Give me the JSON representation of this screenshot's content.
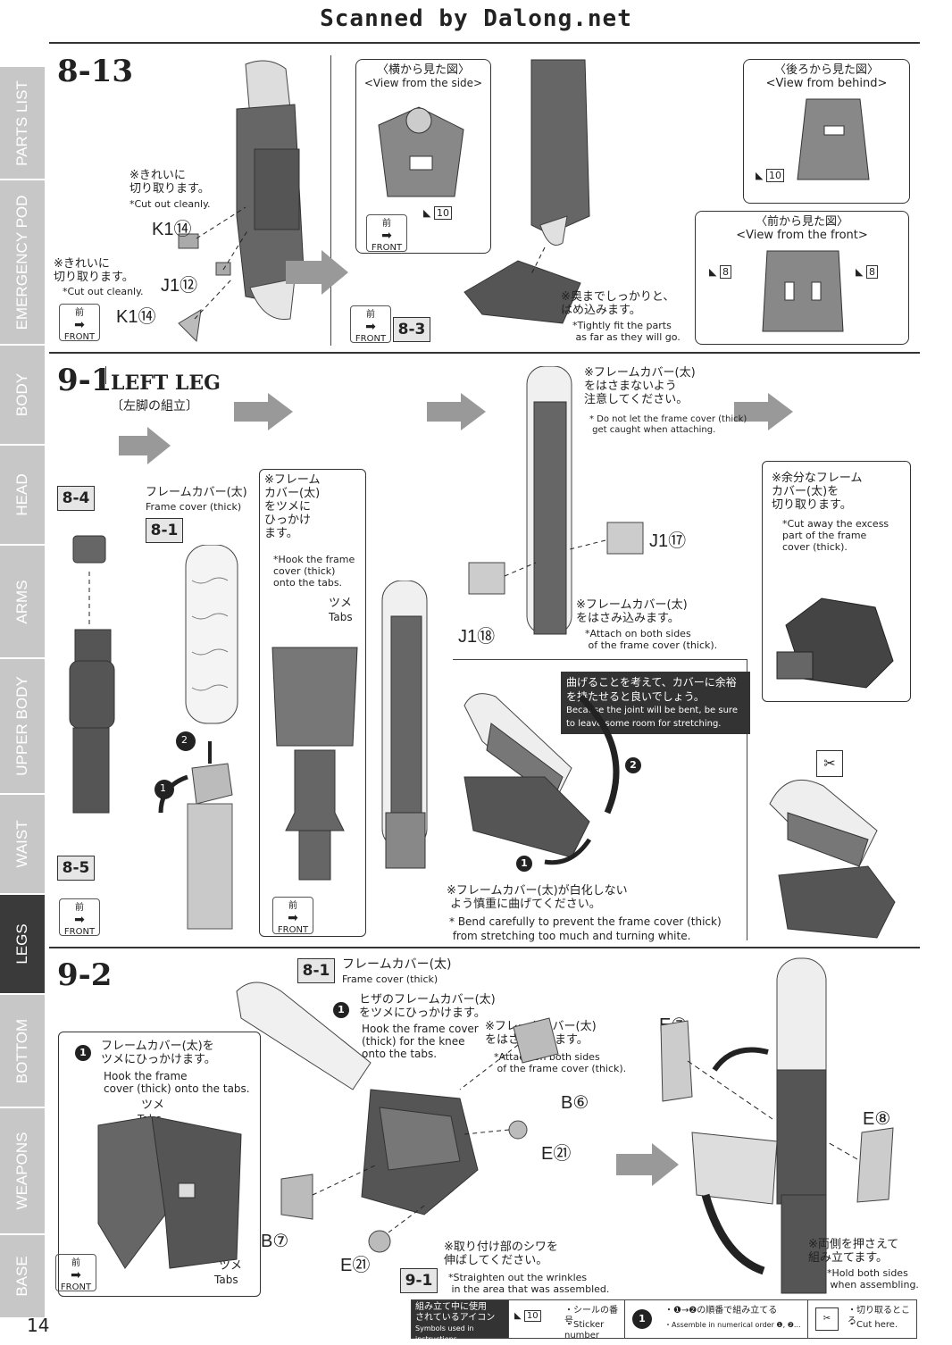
{
  "header": "Scanned by Dalong.net",
  "page_number": "14",
  "sidebar": {
    "items": [
      "PARTS LIST",
      "EMERGENCY POD",
      "BODY",
      "HEAD",
      "ARMS",
      "UPPER BODY",
      "WAIST",
      "LEGS",
      "BOTTOM",
      "WEAPONS",
      "BASE"
    ],
    "active": "LEGS"
  },
  "front_badge": {
    "jp": "前",
    "en": "FRONT"
  },
  "step_8_13": {
    "number": "8-13",
    "cut_note1": {
      "jp": "※きれいに\n切り取ります。",
      "en": "*Cut out cleanly."
    },
    "cut_note2": {
      "jp": "※きれいに\n切り取ります。",
      "en": "*Cut out cleanly."
    },
    "parts": [
      "K1⑭",
      "J1⑫",
      "K1⑭"
    ],
    "ref": "8-3",
    "side_view": {
      "jp": "〈横から見た図〉",
      "en": "<View from the side>"
    },
    "behind_view": {
      "jp": "〈後ろから見た図〉",
      "en": "<View from behind>"
    },
    "front_view": {
      "jp": "〈前から見た図〉",
      "en": "<View from the front>"
    },
    "stickers": [
      "10",
      "10",
      "8",
      "8"
    ],
    "fit_note": {
      "jp": "※奥までしっかりと、\nはめ込みます。",
      "en": "*Tightly fit the parts\n as far as they will go."
    }
  },
  "step_9_1": {
    "number": "9-1",
    "title": "LEFT LEG",
    "subtitle": "〔左脚の組立〕",
    "refs": [
      "8-4",
      "8-5",
      "8-1"
    ],
    "frame_cover": {
      "jp": "フレームカバー(太)",
      "en": "Frame cover (thick)"
    },
    "hook_note": {
      "jp": "※フレーム\nカバー(太)\nをツメに\nひっかけ\nます。",
      "en": "*Hook the frame\ncover (thick)\nonto the tabs."
    },
    "tabs": {
      "jp": "ツメ",
      "en": "Tabs"
    },
    "nocatch_note": {
      "jp": "※フレームカバー(太)\nをはさまないよう\n注意してください。",
      "en": "* Do not let the frame cover (thick)\n get caught when attaching."
    },
    "parts": [
      "J1⑰",
      "J1⑱"
    ],
    "attach_note": {
      "jp": "※フレームカバー(太)\nをはさみ込みます。",
      "en": "*Attach on both sides\n of the frame cover (thick)."
    },
    "excess_note": {
      "jp": "※余分なフレーム\nカバー(太)を\n切り取ります。",
      "en": "*Cut away the excess\npart of the frame\ncover (thick)."
    },
    "bend_box": {
      "jp": "曲げることを考えて、カバーに余裕\nを持たせると良いでしょう。",
      "en": "Because the joint will be bent, be sure\nto leave some room for stretching."
    },
    "white_note": {
      "jp": "※フレームカバー(太)が白化しない\n よう慎重に曲げてください。",
      "en": "* Bend carefully to prevent the frame cover (thick)\n from stretching too much and turning white."
    }
  },
  "step_9_2": {
    "number": "9-2",
    "ref": "8-1",
    "frame_cover": {
      "jp": "フレームカバー(太)",
      "en": "Frame cover (thick)"
    },
    "knee_note": {
      "jp": "ヒザのフレームカバー(太)\nをツメにひっかけます。",
      "en": "Hook the frame cover\n(thick) for the knee\nonto the tabs."
    },
    "hook_note": {
      "jp": "フレームカバー(太)を\nツメにひっかけます。",
      "en": "Hook the frame\ncover (thick) onto the tabs."
    },
    "attach_note": {
      "jp": "※フレームカバー(太)\nをはさみ込みます。",
      "en": "*Attach on both sides\n of the frame cover (thick)."
    },
    "tabs": {
      "jp": "ツメ",
      "en": "Tabs"
    },
    "parts": [
      "B⑥",
      "B⑦",
      "E㉑",
      "E㉑",
      "E⑦",
      "E⑧"
    ],
    "ref2": "9-1",
    "wrinkle_note": {
      "jp": "※取り付け部のシワを\n伸ばしてください。",
      "en": "*Straighten out the wrinkles\n in the area that was assembled."
    },
    "hold_note": {
      "jp": "※両側を押さえて\n組み立てます。",
      "en": "*Hold both sides\n when assembling."
    }
  },
  "legend": {
    "title": {
      "jp": "組み立て中に使用\nされているアイコン",
      "en": "Symbols used in instructions"
    },
    "sticker_no": "10",
    "sticker": {
      "jp": "・シールの番号",
      "en": "・Sticker number"
    },
    "order": {
      "jp": "・❶→❷の順番で組み立てる",
      "en": "・Assemble in numerical order ❶, ❷..."
    },
    "cut": {
      "jp": "・切り取るところ",
      "en": "・Cut here."
    }
  }
}
